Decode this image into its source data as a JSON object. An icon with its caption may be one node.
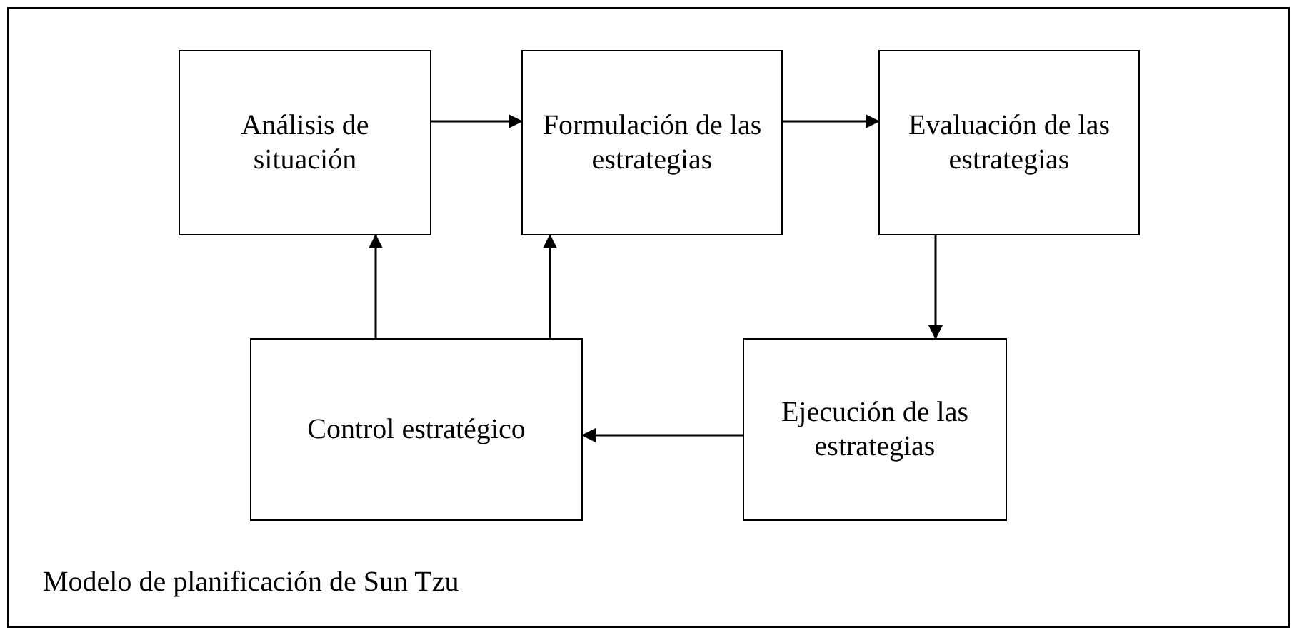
{
  "diagram": {
    "caption": "Modelo de planificación de Sun Tzu",
    "nodes": [
      {
        "text": [
          "Análisis de situación"
        ]
      },
      {
        "text": [
          "Formulación de las estrategias"
        ]
      },
      {
        "text": [
          "Evaluación de las estrategias"
        ]
      },
      {
        "text": [
          "Ejecución de las estrategias"
        ]
      },
      {
        "text": [
          "Control estratégico"
        ]
      }
    ],
    "edges": [
      {
        "from": 0,
        "to": 1,
        "arrow": "to"
      },
      {
        "from": 1,
        "to": 2,
        "arrow": "to"
      },
      {
        "from": 2,
        "to": 3,
        "arrow": "to"
      },
      {
        "from": 3,
        "to": 4,
        "arrow": "to"
      },
      {
        "from": 4,
        "to": 0,
        "arrow": "to"
      },
      {
        "from": 4,
        "to": 1,
        "arrow": "to"
      }
    ]
  }
}
